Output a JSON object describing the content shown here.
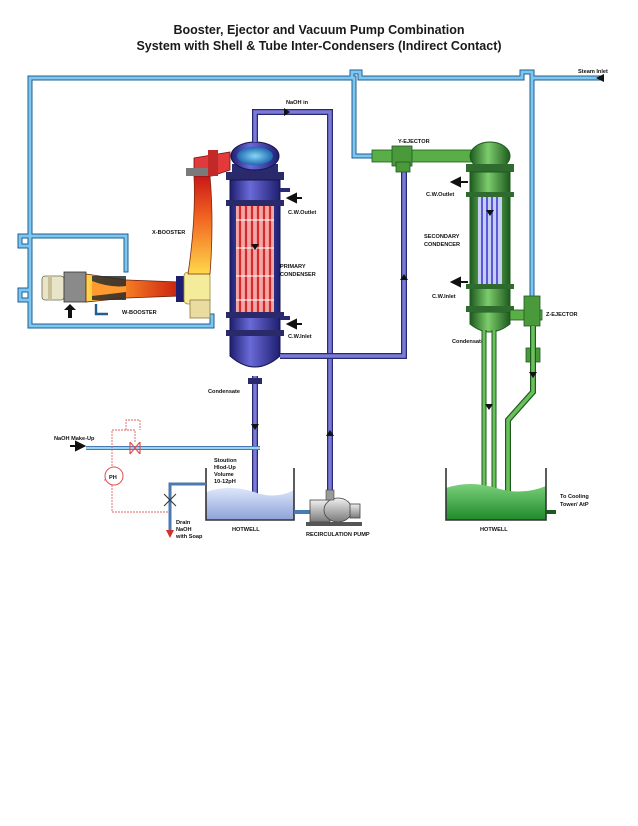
{
  "title": {
    "line1": "Booster, Ejector and Vacuum Pump Combination",
    "line2": "System with Shell & Tube Inter-Condensers (Indirect Contact)"
  },
  "labels": {
    "steam_inlet": "Steam Inlet",
    "naoh_in": "NaOH in",
    "y_ejector": "Y-EJECTOR",
    "cw_outlet_primary": "C.W.Outlet",
    "cw_outlet_secondary": "C.W.Outlet",
    "x_booster": "X-BOOSTER",
    "secondary_condencer_1": "SECONDARY",
    "secondary_condencer_2": "CONDENCER",
    "primary_condenser_1": "PRIMARY",
    "primary_condenser_2": "CONDENSER",
    "cw_inlet_secondary": "C.W.Inlet",
    "z_ejector": "Z-EJECTOR",
    "w_booster": "W-BOOSTER",
    "cw_inlet_primary": "C.W.Inlet",
    "condensate_secondary": "Condensate",
    "condensate_primary": "Condensate",
    "naoh_makeup": "NaOH Make-Up",
    "solution_1": "Stoution",
    "solution_2": "Hlod-Up",
    "solution_3": "Volume",
    "solution_4": "10-12pH",
    "ph": "PH",
    "drain_1": "Drain",
    "drain_2": "NaOH",
    "drain_3": "with Soap",
    "hotwell_primary": "HOTWELL",
    "recirculation_pump": "RECIRCULATION PUMP",
    "hotwell_secondary": "HOTWELL",
    "cooling_1": "To Cooling",
    "cooling_2": "Tower/ AtP"
  },
  "colors": {
    "steam_pipe": "#5aaee0",
    "primary_shell": "#4a4ab8",
    "secondary_shell": "#4a9a3c",
    "tubes_primary": "#e8464a",
    "booster_flame": "#e85020",
    "water": "#b8c8ec",
    "green_water": "#3cae3c"
  }
}
